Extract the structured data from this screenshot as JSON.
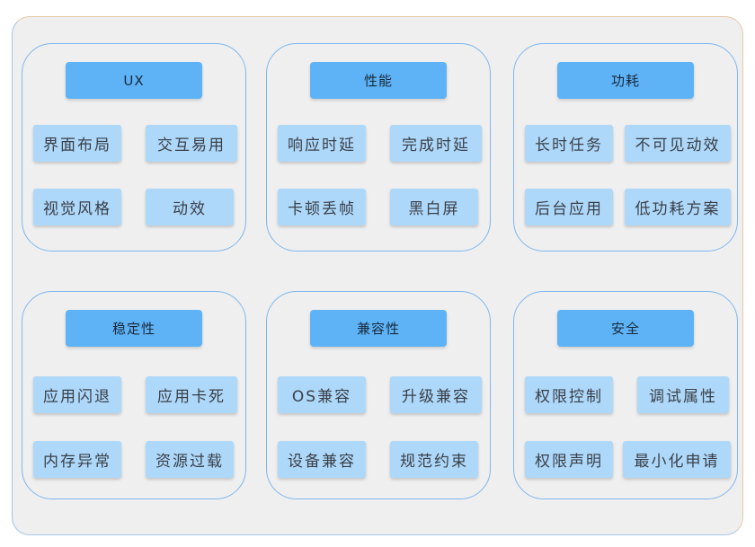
{
  "groups": [
    {
      "title": "UX",
      "items": [
        "界面布局",
        "交互易用",
        "视觉风格",
        "动效"
      ]
    },
    {
      "title": "性能",
      "items": [
        "响应时延",
        "完成时延",
        "卡顿丢帧",
        "黑白屏"
      ]
    },
    {
      "title": "功耗",
      "items": [
        "长时任务",
        "不可见动效",
        "后台应用",
        "低功耗方案"
      ]
    },
    {
      "title": "稳定性",
      "items": [
        "应用闪退",
        "应用卡死",
        "内存异常",
        "资源过载"
      ]
    },
    {
      "title": "兼容性",
      "items": [
        "OS兼容",
        "升级兼容",
        "设备兼容",
        "规范约束"
      ]
    },
    {
      "title": "安全",
      "items": [
        "权限控制",
        "调试属性",
        "权限声明",
        "最小化申请"
      ]
    }
  ]
}
